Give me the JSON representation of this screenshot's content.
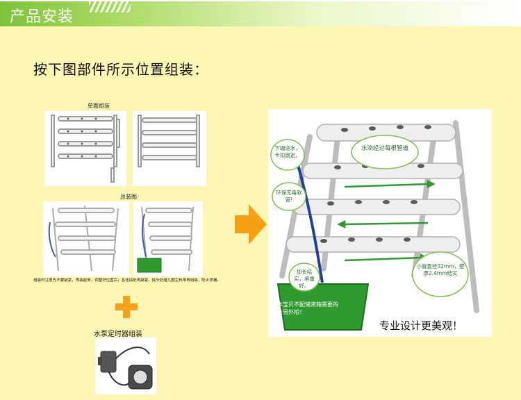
{
  "header": {
    "title": "产品安装"
  },
  "instruction": "按下图部件所示位置组装：",
  "left": {
    "single_label": "单面组装",
    "assembly_label": "总装图",
    "note": "组装时注意先不要敲紧，等装起来，调整好位置后，各连接处再敲紧。接头处缠几圈生料带再组装，防止渗漏。",
    "pump_label": "水泵定时器组装"
  },
  "photo": {
    "bubble_top": "水流经过每根管道",
    "bubble_drip": "下端进水，卡扣固定。",
    "bubble_eco": "环保无毒软管!",
    "bubble_pipe": "小管直径32mm，壁厚2.4mm结实",
    "bubble_heavy": "加长结实，承重好。",
    "tank_note": "本宝贝不配储液箱需要的亲另外拍！",
    "slogan": "专业设计更美观！"
  },
  "colors": {
    "banner_green": "#7ec23a",
    "background": "#fdf6b5",
    "arrow_orange": "#f5a015",
    "plus_orange": "#f7a21b",
    "tank_green": "#2f9a2f"
  }
}
